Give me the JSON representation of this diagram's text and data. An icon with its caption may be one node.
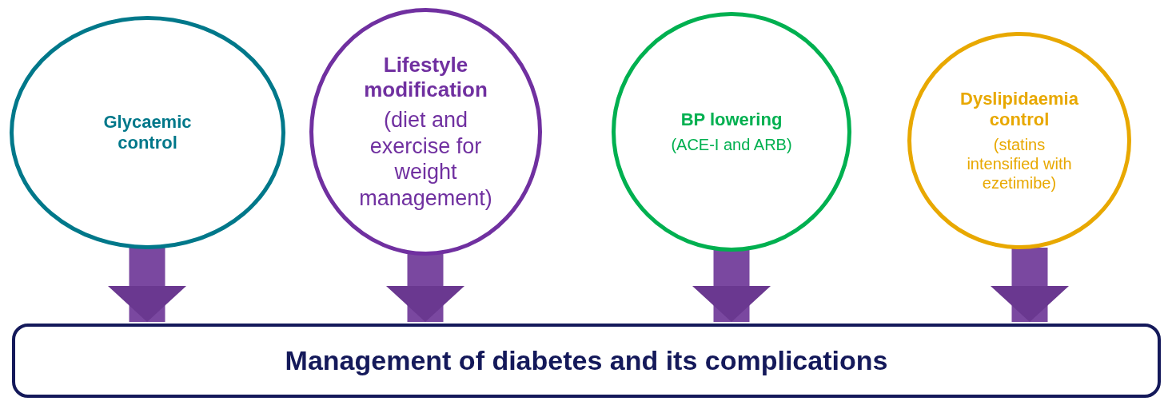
{
  "diagram": {
    "nodes": [
      {
        "text": [
          "Glycaemic control"
        ]
      },
      {
        "text": [
          "Lifestyle modification",
          "(diet and exercise for weight management)"
        ]
      },
      {
        "text": [
          "BP lowering",
          "(ACE-I and ARB)"
        ]
      },
      {
        "text": [
          "Dyslipidaemia control",
          "(statins intensified with ezetimibe)"
        ]
      },
      {
        "text": [
          "Management of diabetes and its complications"
        ]
      }
    ],
    "edges": [
      {
        "from": 0,
        "to": 4,
        "arrow": "to"
      },
      {
        "from": 1,
        "to": 4,
        "arrow": "to"
      },
      {
        "from": 2,
        "to": 4,
        "arrow": "to"
      },
      {
        "from": 3,
        "to": 4,
        "arrow": "to"
      }
    ]
  }
}
